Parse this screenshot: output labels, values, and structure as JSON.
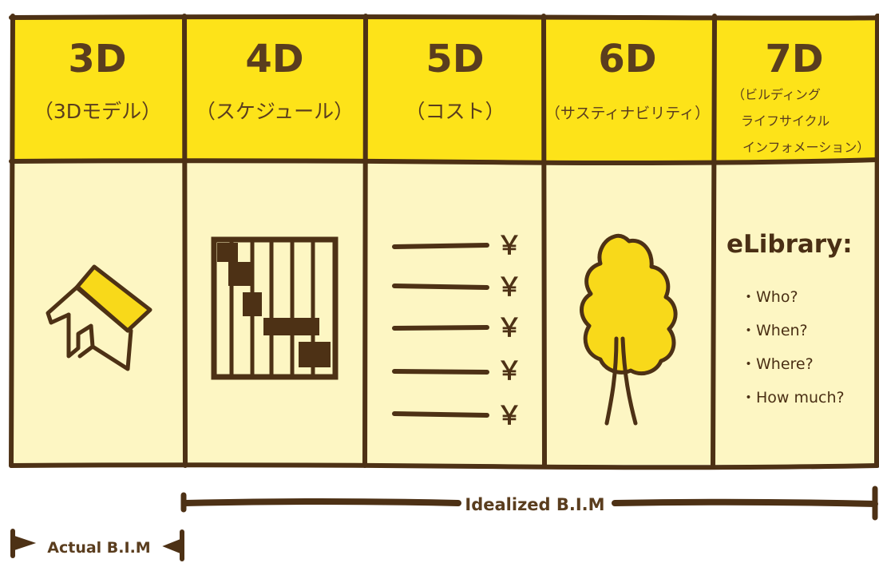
{
  "colors": {
    "brown": "#4d3115",
    "header_yellow": "#fde319",
    "body_cream": "#fdf6c3",
    "icon_yellow": "#f8d91a"
  },
  "columns": [
    {
      "dim": "3D",
      "sub_lines": [
        "（3Dモデル）"
      ],
      "icon": "house-icon"
    },
    {
      "dim": "4D",
      "sub_lines": [
        "（スケジュール）"
      ],
      "icon": "schedule-chart-icon"
    },
    {
      "dim": "5D",
      "sub_lines": [
        "（コスト）"
      ],
      "icon": "cost-list-icon"
    },
    {
      "dim": "6D",
      "sub_lines": [
        "（サスティナビリティ）"
      ],
      "icon": "tree-icon"
    },
    {
      "dim": "7D",
      "sub_lines": [
        "（ビルディング",
        "ライフサイクル",
        "インフォメーション）"
      ],
      "icon": "elibrary-text"
    }
  ],
  "cost_symbol": "￥",
  "elibrary": {
    "title": "eLibrary:",
    "items": [
      "・Who?",
      "・When?",
      "・Where?",
      "・How much?"
    ]
  },
  "ranges": {
    "idealized": "Idealized B.I.M",
    "actual": "Actual B.I.M"
  }
}
